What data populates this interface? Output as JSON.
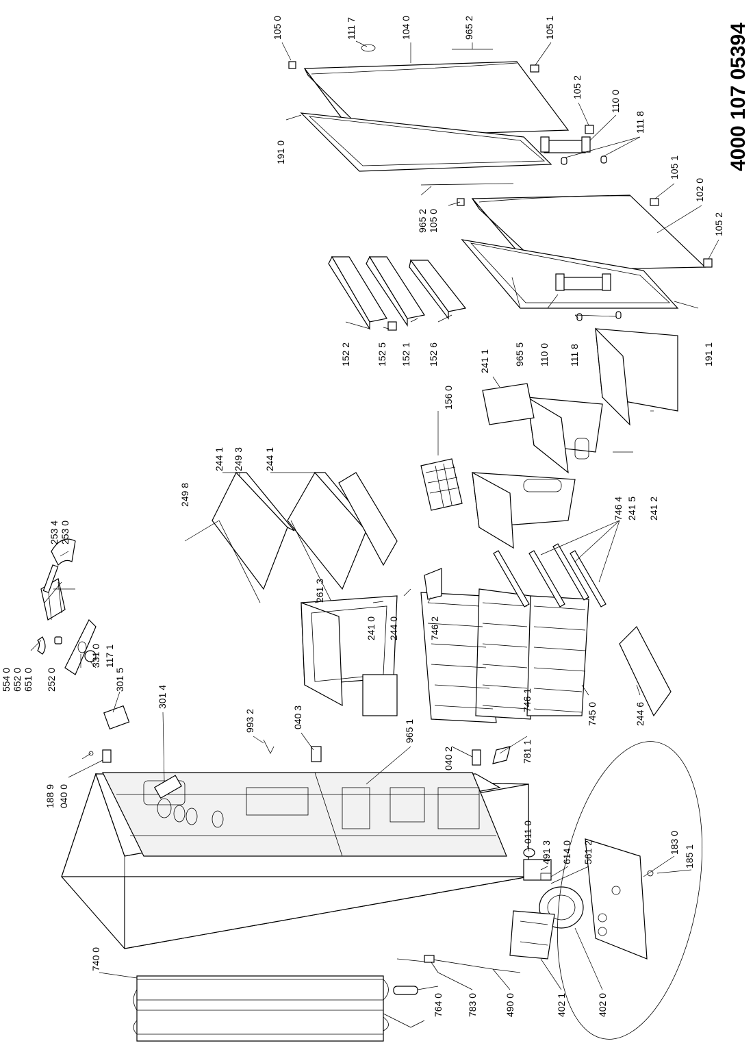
{
  "document_number": "4000 107 05394",
  "labels": {
    "l1050a": "105 0",
    "l1117": "111 7",
    "l1040": "104 0",
    "l9652a": "965 2",
    "l1051a": "105 1",
    "l1052a": "105 2",
    "l1100a": "110 0",
    "l1118a": "111 8",
    "l1910": "191 0",
    "l1051b": "105 1",
    "l1020": "102 0",
    "l9652b": "965 2",
    "l1050b": "105 0",
    "l1052b": "105 2",
    "l1522": "152 2",
    "l1525": "152 5",
    "l1521": "152 1",
    "l1526": "152 6",
    "l1560": "156 0",
    "l2411": "241 1",
    "l9655": "965 5",
    "l1100b": "110 0",
    "l1118b": "111 8",
    "l1911": "191 1",
    "l2441a": "244 1",
    "l2493": "249 3",
    "l2441b": "244 1",
    "l2498": "249 8",
    "l2534": "253 4",
    "l2530": "253 0",
    "l5540": "554 0",
    "l6520": "652 0",
    "l6510": "651 0",
    "l2520": "252 0",
    "l3310": "331 0",
    "l1171": "117 1",
    "l2613": "261 3",
    "l2410": "241 0",
    "l2440": "244 0",
    "l7462": "746 2",
    "l7464": "746 4",
    "l2415": "241 5",
    "l2412": "241 2",
    "l3015": "301 5",
    "l9932": "993 2",
    "l0403": "040 3",
    "l9651": "965 1",
    "l1889": "188 9",
    "l0400": "040 0",
    "l3014": "301 4",
    "l0402": "040 2",
    "l7811": "781 1",
    "l7461": "746 1",
    "l7450": "745 0",
    "l2446": "244 6",
    "l0110": "011 0",
    "l4913": "491 3",
    "l6140": "614 0",
    "l5612": "561 2",
    "l1830": "183 0",
    "l1851": "185 1",
    "l7400": "740 0",
    "l7640": "764 0",
    "l7830": "783 0",
    "l4900": "490 0",
    "l4021": "402 1",
    "l4020": "402 0"
  }
}
